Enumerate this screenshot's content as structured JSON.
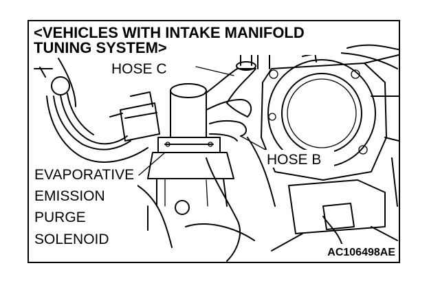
{
  "title": {
    "line1": "<VEHICLES WITH INTAKE MANIFOLD",
    "line2": "TUNING SYSTEM>"
  },
  "callouts": {
    "hose_c": "HOSE C",
    "hose_b": "HOSE B",
    "solenoid": [
      "EVAPORATIVE",
      "EMISSION",
      "PURGE",
      "SOLENOID"
    ]
  },
  "reference_code": "AC106498AE",
  "colors": {
    "ink": "#000000",
    "paper": "#ffffff"
  }
}
